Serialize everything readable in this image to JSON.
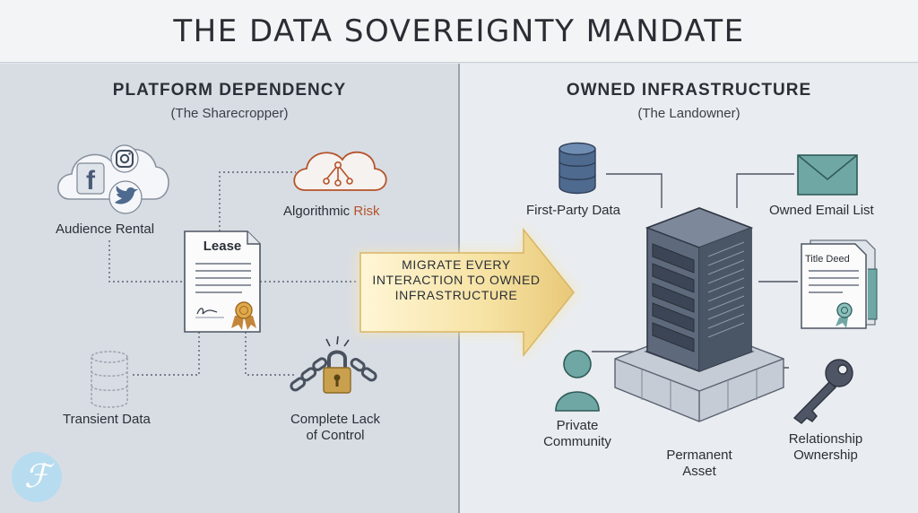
{
  "header": {
    "title": "THE DATA SOVEREIGNTY MANDATE"
  },
  "left": {
    "title": "PLATFORM DEPENDENCY",
    "subtitle": "(The Sharecropper)",
    "audience_rental": "Audience Rental",
    "algorithmic": "Algorithmic ",
    "risk": "Risk",
    "lease": "Lease",
    "transient_data": "Transient Data",
    "lack_of_control_line1": "Complete Lack",
    "lack_of_control_line2": "of Control"
  },
  "arrow": {
    "line1": "MIGRATE EVERY",
    "line2": "INTERACTION TO OWNED",
    "line3": "INFRASTRUCTURE"
  },
  "right": {
    "title": "OWNED INFRASTRUCTURE",
    "subtitle": "(The Landowner)",
    "first_party_data": "First-Party Data",
    "owned_email_list": "Owned Email List",
    "title_deed": "Title Deed",
    "private_community_line1": "Private",
    "private_community_line2": "Community",
    "permanent_asset_line1": "Permanent",
    "permanent_asset_line2": "Asset",
    "relationship_ownership_line1": "Relationship",
    "relationship_ownership_line2": "Ownership"
  },
  "logo": {
    "glyph": "ℱ"
  },
  "colors": {
    "accent_risk": "#b5532a",
    "arrow_gold": "#f3d98a",
    "server_dark": "#4a5566",
    "icon_blue": "#4e6a8f",
    "icon_teal": "#6fa7a4"
  }
}
